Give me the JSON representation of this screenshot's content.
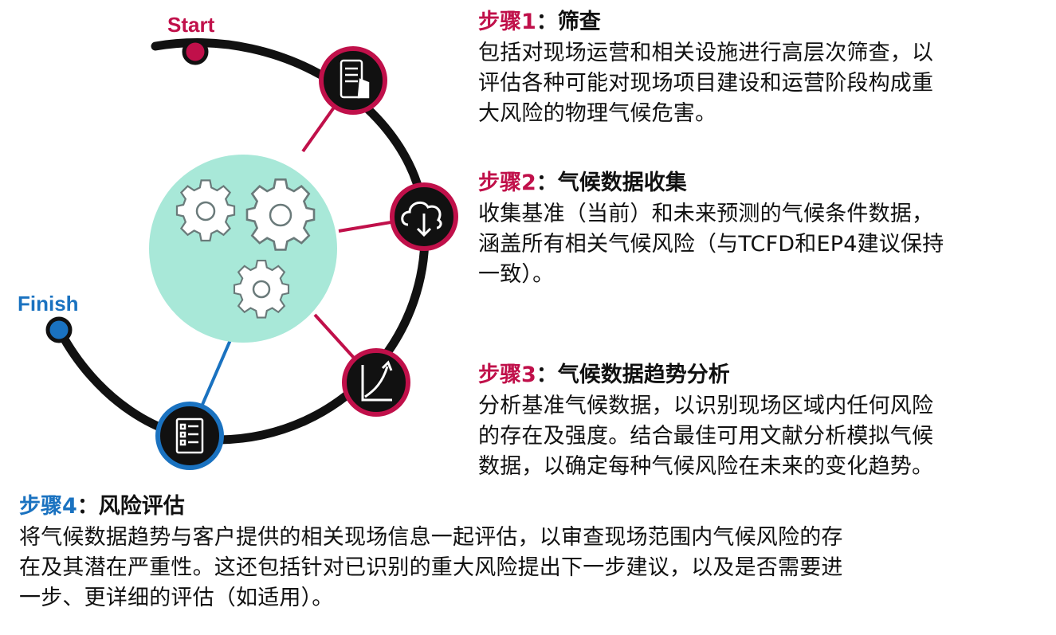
{
  "diagram": {
    "start_label": "Start",
    "finish_label": "Finish",
    "colors": {
      "accent_red": "#c0104a",
      "accent_blue": "#1a72c0",
      "ring_black": "#111111",
      "center_mint": "#a8e8d8",
      "step_label_red": "#c0104a",
      "step_label_blue": "#1a72c0"
    },
    "icons": {
      "step1": "phone-checklist-icon",
      "step2": "cloud-download-icon",
      "step3": "trend-chart-icon",
      "step4": "document-list-icon",
      "center": "gears-icon"
    }
  },
  "steps": [
    {
      "label": "步骤1",
      "colon": "：",
      "name": "筛查",
      "lines": [
        "包括对现场运营和相关设施进行高层次筛查，以",
        "评估各种可能对现场项目建设和运营阶段构成重",
        "大风险的物理气候危害。"
      ]
    },
    {
      "label": "步骤2",
      "colon": "：",
      "name": "气候数据收集",
      "lines": [
        "收集基准（当前）和未来预测的气候条件数据，",
        "涵盖所有相关气候风险（与TCFD和EP4建议保持",
        "一致）。"
      ]
    },
    {
      "label": "步骤3",
      "colon": "：",
      "name": "气候数据趋势分析",
      "lines": [
        "分析基准气候数据，以识别现场区域内任何风险",
        "的存在及强度。结合最佳可用文献分析模拟气候",
        "数据，以确定每种气候风险在未来的变化趋势。"
      ]
    },
    {
      "label": "步骤4",
      "colon": "：",
      "name": "风险评估",
      "lines": [
        "将气候数据趋势与客户提供的相关现场信息一起评估，以审查现场范围内气候风险的存",
        "在及其潜在严重性。这还包括针对已识别的重大风险提出下一步建议，以及是否需要进",
        "一步、更详细的评估（如适用）。"
      ]
    }
  ]
}
